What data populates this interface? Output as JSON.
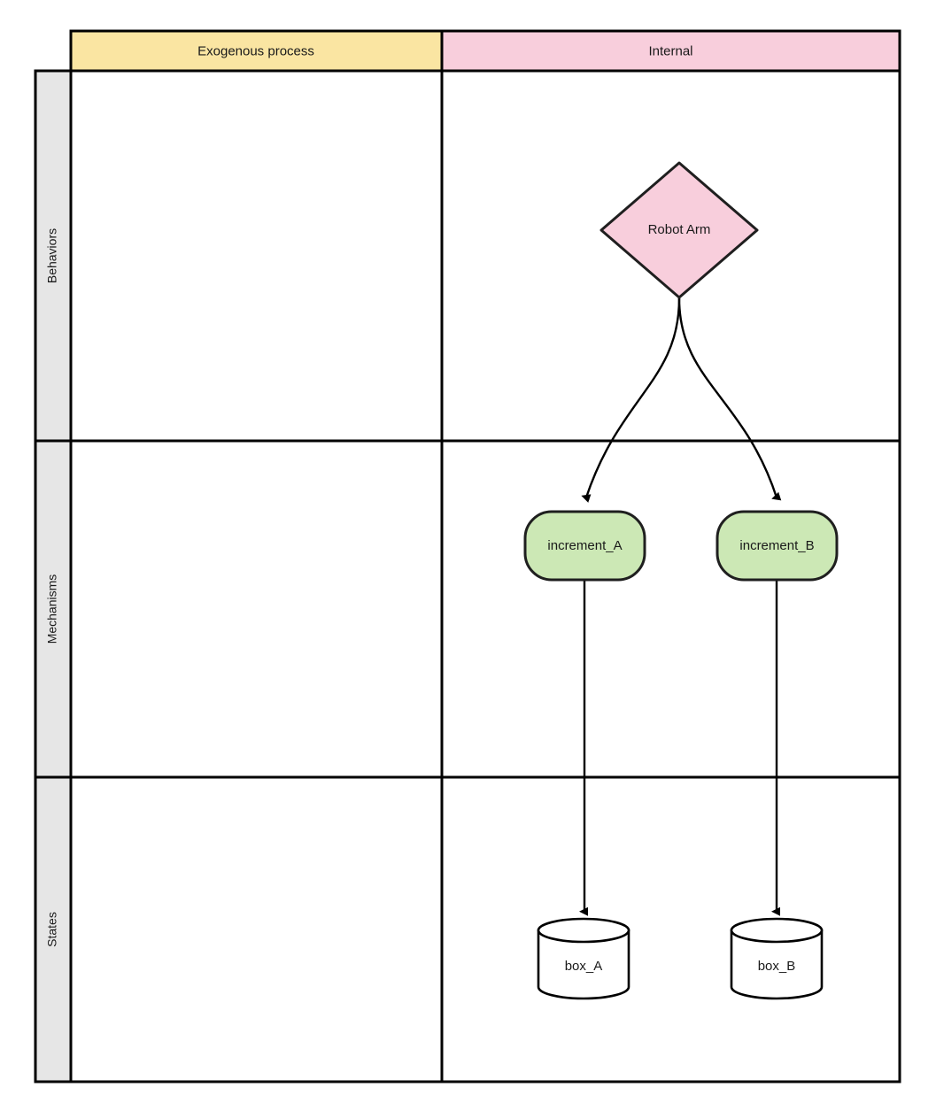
{
  "diagram": {
    "type": "swimlane-flowchart",
    "columns": [
      {
        "label": "Exogenous process",
        "fill": "#fae5a2",
        "stroke": "#000000"
      },
      {
        "label": "Internal",
        "fill": "#f8cedc",
        "stroke": "#000000"
      }
    ],
    "rows": [
      {
        "label": "Behaviors",
        "fill": "#e6e6e6",
        "stroke": "#000000"
      },
      {
        "label": "Mechanisms",
        "fill": "#e6e6e6",
        "stroke": "#000000"
      },
      {
        "label": "States",
        "fill": "#e6e6e6",
        "stroke": "#000000"
      }
    ],
    "nodes": [
      {
        "id": "robot-arm",
        "label": "Robot Arm",
        "shape": "diamond",
        "fill": "#f8cedc",
        "stroke": "#1f1f1f",
        "column": "Internal",
        "row": "Behaviors"
      },
      {
        "id": "increment-a",
        "label": "increment_A",
        "shape": "rounded-rectangle",
        "fill": "#cce8b5",
        "stroke": "#1f1f1f",
        "column": "Internal",
        "row": "Mechanisms"
      },
      {
        "id": "increment-b",
        "label": "increment_B",
        "shape": "rounded-rectangle",
        "fill": "#cce8b5",
        "stroke": "#1f1f1f",
        "column": "Internal",
        "row": "Mechanisms"
      },
      {
        "id": "box-a",
        "label": "box_A",
        "shape": "cylinder",
        "fill": "#ffffff",
        "stroke": "#000000",
        "column": "Internal",
        "row": "States"
      },
      {
        "id": "box-b",
        "label": "box_B",
        "shape": "cylinder",
        "fill": "#ffffff",
        "stroke": "#000000",
        "column": "Internal",
        "row": "States"
      }
    ],
    "edges": [
      {
        "from": "robot-arm",
        "to": "increment-a",
        "style": "curved",
        "arrow": "filled-triangle"
      },
      {
        "from": "robot-arm",
        "to": "increment-b",
        "style": "curved",
        "arrow": "filled-triangle"
      },
      {
        "from": "increment-a",
        "to": "box-a",
        "style": "straight",
        "arrow": "filled-triangle"
      },
      {
        "from": "increment-b",
        "to": "box-b",
        "style": "straight",
        "arrow": "filled-triangle"
      }
    ],
    "colors": {
      "background": "#ffffff",
      "grid_stroke": "#000000",
      "lane_header_fill": "#e6e6e6",
      "edge_stroke": "#000000"
    }
  }
}
